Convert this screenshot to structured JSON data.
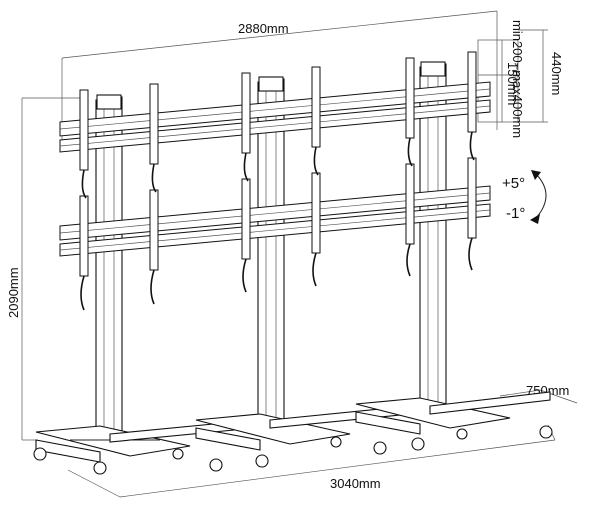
{
  "dimensions": {
    "top_width": "2880mm",
    "height": "2090mm",
    "bottom_width": "3040mm",
    "depth": "750mm",
    "panel_height": "440mm",
    "vesa_range": "min200~max400mm",
    "vesa_height": "150mm"
  },
  "tilt": {
    "up": "+5°",
    "down": "-1°"
  }
}
